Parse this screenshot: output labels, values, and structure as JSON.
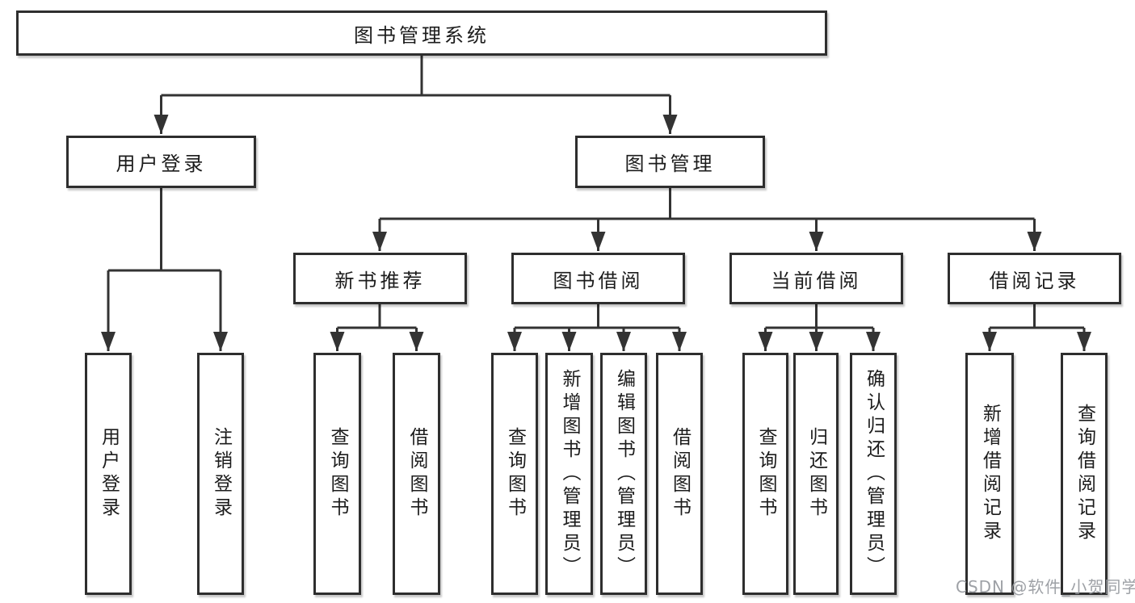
{
  "tree": {
    "label": "图书管理系统",
    "children": [
      {
        "label": "用户登录",
        "children": [
          {
            "label": "用户登录"
          },
          {
            "label": "注销登录"
          }
        ]
      },
      {
        "label": "图书管理",
        "children": [
          {
            "label": "新书推荐",
            "children": [
              {
                "label": "查询图书"
              },
              {
                "label": "借阅图书"
              }
            ]
          },
          {
            "label": "图书借阅",
            "children": [
              {
                "label": "查询图书"
              },
              {
                "label": "新增图书（管理员）"
              },
              {
                "label": "编辑图书（管理员）"
              },
              {
                "label": "借阅图书"
              }
            ]
          },
          {
            "label": "当前借阅",
            "children": [
              {
                "label": "查询图书"
              },
              {
                "label": "归还图书"
              },
              {
                "label": "确认归还（管理员）"
              }
            ]
          },
          {
            "label": "借阅记录",
            "children": [
              {
                "label": "新增借阅记录"
              },
              {
                "label": "查询借阅记录"
              }
            ]
          }
        ]
      }
    ]
  },
  "watermark": {
    "text": "CSDN @软件_小贺同学"
  },
  "colors": {
    "background": "#ffffff",
    "line": "#333333",
    "box_border": "#2e2e2e",
    "text": "#1c1c1c",
    "watermark": "#94979c"
  }
}
